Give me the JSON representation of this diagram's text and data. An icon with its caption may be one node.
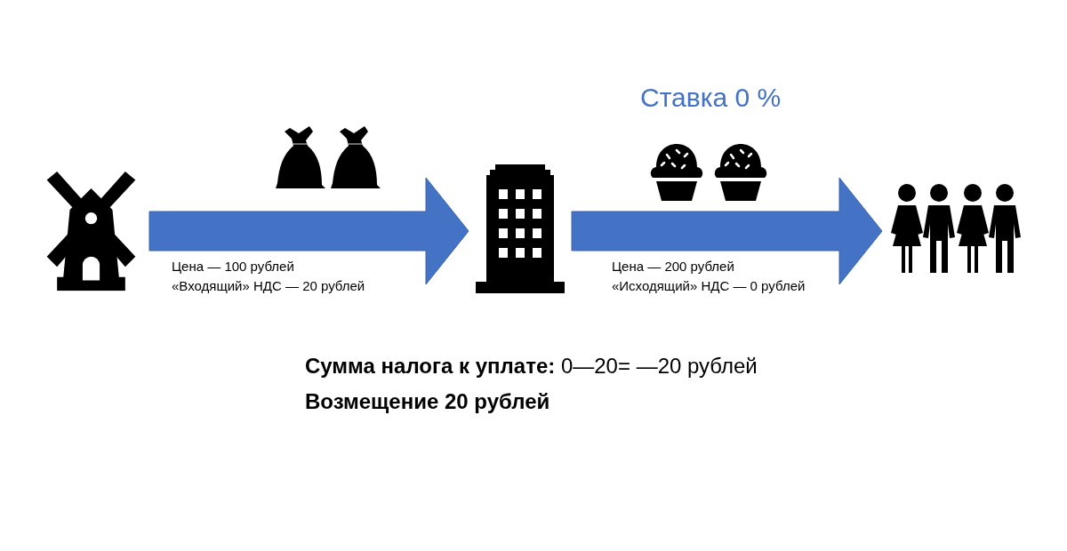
{
  "diagram": {
    "nodes": [
      {
        "text": [],
        "shape": "picture"
      },
      {
        "text": [],
        "shape": "picture"
      },
      {
        "text": [],
        "shape": "picture"
      }
    ],
    "edges": [
      {
        "from": 0,
        "to": 1,
        "arrow": "to",
        "style": "thick"
      },
      {
        "from": 1,
        "to": 2,
        "arrow": "to",
        "style": "thick"
      }
    ],
    "labels": [
      "Ставка 0 %",
      "Цена — 100 рублей",
      "«Входящий» НДС — 20 рублей",
      "Цена — 200 рублей",
      "«Исходящий» НДС — 0 рублей",
      "**Сумма налога к уплате:** 0—20= —20 рублей",
      "Возмещение 20 рублей"
    ]
  }
}
